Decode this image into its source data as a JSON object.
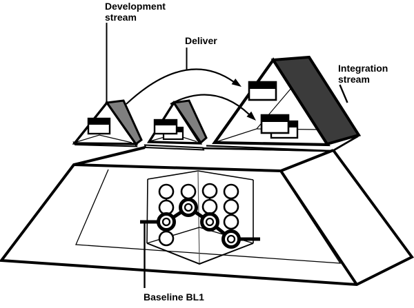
{
  "labels": {
    "development_stream": {
      "line1": "Development",
      "line2": "stream"
    },
    "deliver": "Deliver",
    "integration_stream": {
      "line1": "Integration",
      "line2": "stream"
    },
    "baseline": "Baseline BL1"
  },
  "colors": {
    "dev_roof": "#7f7f7f",
    "integration_roof": "#3b3b3b",
    "line": "#000000",
    "background": "#ffffff"
  },
  "streams": [
    {
      "id": "dev-1",
      "label": "Development stream",
      "component_icons": 1,
      "roof": "gray"
    },
    {
      "id": "dev-2",
      "label": "Development stream",
      "component_icons": 2,
      "roof": "gray"
    },
    {
      "id": "integration",
      "label": "Integration stream",
      "component_icons": 3,
      "roof": "dark"
    }
  ],
  "deliver_arrows": [
    {
      "from": "dev-1",
      "to": "integration-upper-component"
    },
    {
      "from": "dev-2",
      "to": "integration-lower-components"
    }
  ],
  "version_tree": {
    "baseline_label": "Baseline BL1",
    "columns": [
      {
        "versions": 4,
        "selected_index": 2
      },
      {
        "versions": 2,
        "selected_index": 1
      },
      {
        "versions": 3,
        "selected_index": 2
      },
      {
        "versions": 4,
        "selected_index": 3
      }
    ]
  }
}
